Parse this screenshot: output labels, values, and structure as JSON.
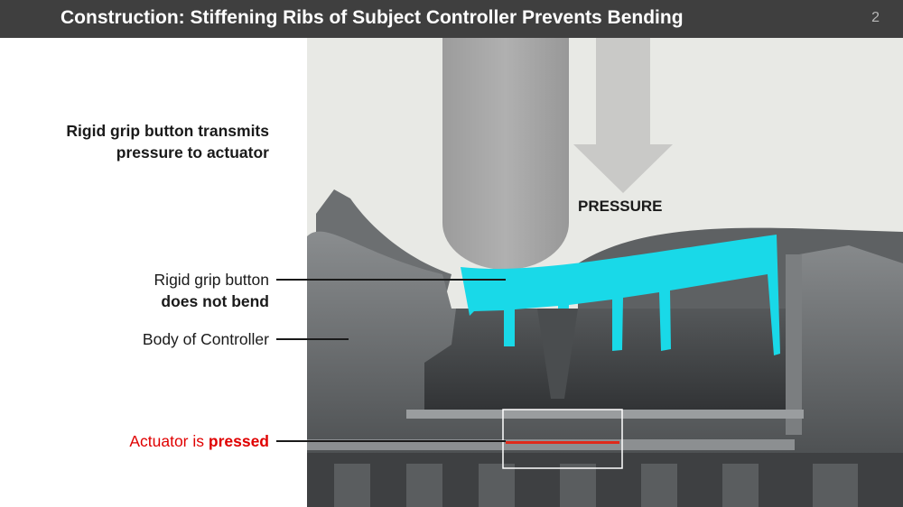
{
  "slide": {
    "title": "Construction: Stiffening Ribs of Subject Controller Prevents Bending",
    "page_number": "2"
  },
  "callouts": {
    "intro": "Rigid grip button transmits pressure to actuator",
    "grip_line1": "Rigid grip button",
    "grip_line2": "does not bend",
    "body": "Body of Controller",
    "actuator_prefix": "Actuator is ",
    "actuator_emphasis": "pressed"
  },
  "figure": {
    "pressure_label": "PRESSURE"
  },
  "colors": {
    "header_bg": "#3f3f3f",
    "grip_button": "#19d9e8",
    "controller_body": "#6b6e70",
    "pressure_arrow": "#c9c9c7",
    "actuator_line": "#e02a1a",
    "callout_red": "#e00000"
  }
}
